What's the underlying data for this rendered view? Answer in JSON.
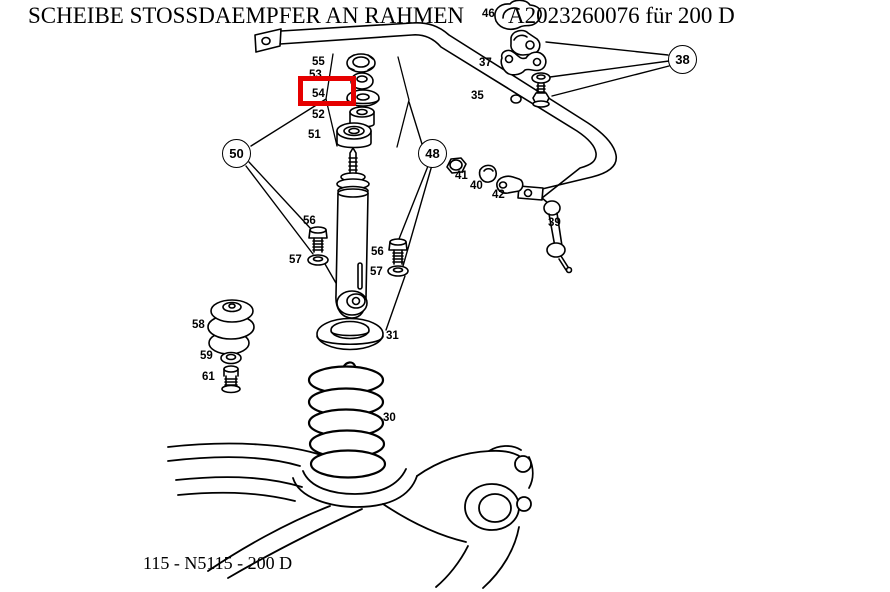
{
  "header": {
    "title": "SCHEIBE STOSSDAEMPFER AN RAHMEN",
    "part_number_line": "A2023260076 für 200 D"
  },
  "footer": {
    "reference": "115 - N5115 - 200 D"
  },
  "highlight": {
    "color": "#e60000",
    "highlighted_part": "54"
  },
  "callouts": {
    "c55": "55",
    "c53": "53",
    "c54": "54",
    "c52": "52",
    "c51": "51",
    "c50": "50",
    "c48": "48",
    "c38": "38",
    "c46": "46",
    "c37": "37",
    "c35": "35",
    "c39": "39",
    "c40": "40",
    "c41": "41",
    "c42": "42",
    "c56_left": "56",
    "c57_left": "57",
    "c56_right": "56",
    "c57_right": "57",
    "c58": "58",
    "c59": "59",
    "c61": "61",
    "c31": "31",
    "c30": "30"
  }
}
